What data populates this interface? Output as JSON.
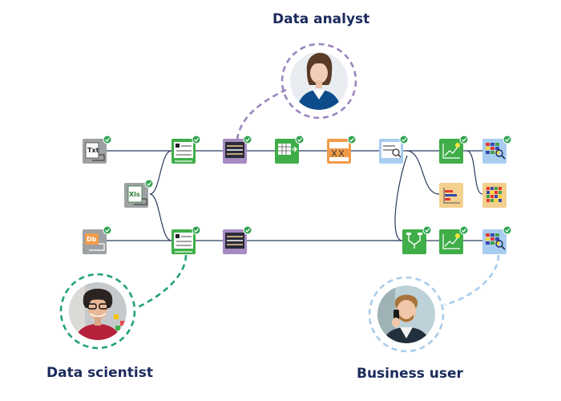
{
  "roles": {
    "analyst": "Data analyst",
    "scientist": "Data scientist",
    "business": "Business user"
  },
  "node_glyphs": {
    "txt_reader": "Txt",
    "xls_reader": "Xls",
    "db_reader": "Db"
  },
  "colors": {
    "node_gray": "#9ea1a3",
    "node_green": "#3fae49",
    "node_purple": "#a68bc2",
    "node_orange": "#f39b4a",
    "node_blue": "#a9cdf0",
    "node_yellow": "#f3d08e",
    "status_green": "#2ea44f",
    "edge": "#2b3a5f",
    "analyst_ring": "#9b85bd",
    "scientist_ring": "#21a07a",
    "business_ring": "#a8ccec",
    "label_text": "#1b2a5c"
  },
  "icons": {
    "status": "check-circle-icon",
    "avatars": [
      "analyst-portrait",
      "scientist-portrait",
      "business-portrait"
    ]
  }
}
